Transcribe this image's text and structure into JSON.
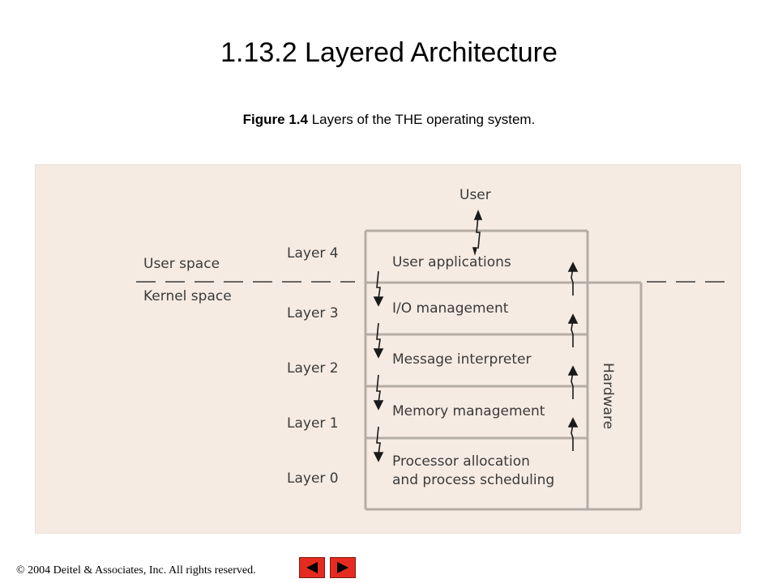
{
  "slide": {
    "title": "1.13.2 Layered  Architecture"
  },
  "caption": {
    "figure_ref": "Figure 1.4",
    "text": " Layers of the THE operating system."
  },
  "diagram": {
    "top_label": "User",
    "user_space": "User space",
    "kernel_space": "Kernel space",
    "hardware": "Hardware",
    "layers": [
      {
        "level": "Layer 4",
        "name": "User applications"
      },
      {
        "level": "Layer 3",
        "name": "I/O management"
      },
      {
        "level": "Layer 2",
        "name": "Message interpreter"
      },
      {
        "level": "Layer 1",
        "name": "Memory management"
      },
      {
        "level": "Layer 0",
        "name_line1": "Processor allocation",
        "name_line2": "and process scheduling"
      }
    ],
    "colors": {
      "figure_bg": "#f5ebe3",
      "box_line": "#b5aca5",
      "text": "#3a3a3a"
    }
  },
  "footer": {
    "copyright": "© 2004 Deitel & Associates, Inc.  All rights reserved."
  },
  "nav": {
    "prev_icon": "left-arrow-icon",
    "next_icon": "right-arrow-icon"
  }
}
